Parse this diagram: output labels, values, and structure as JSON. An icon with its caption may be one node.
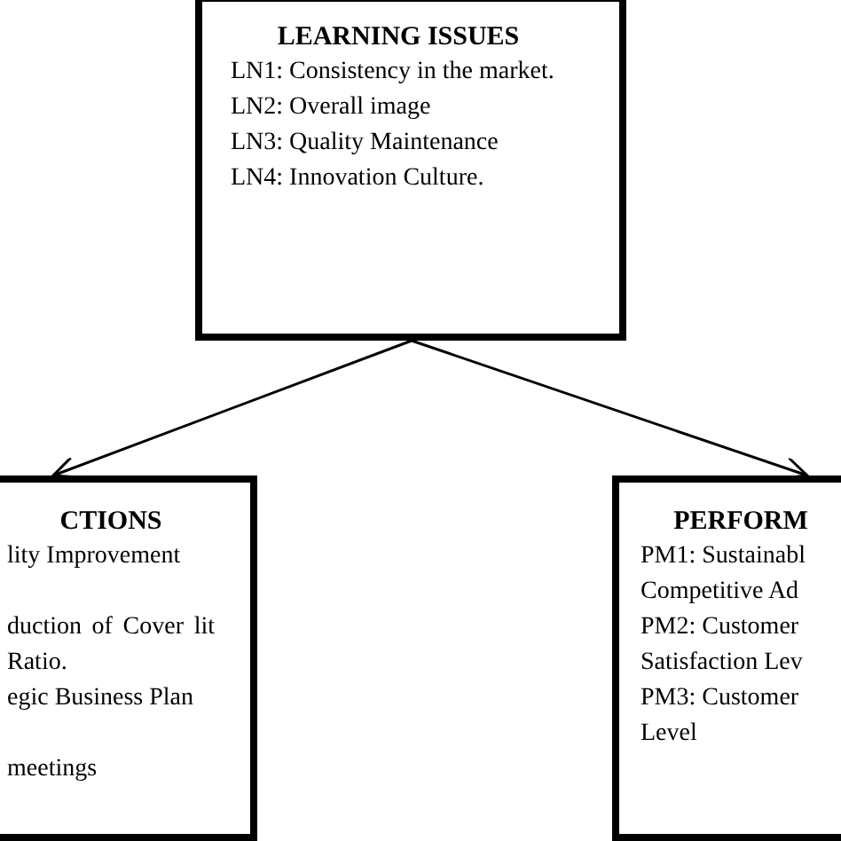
{
  "diagram": {
    "nodes": [
      {
        "text": [
          "LEARNING ISSUES",
          "LN1: Consistency in the market.",
          "LN2: Overall image",
          "LN3: Quality Maintenance",
          "LN4: Innovation Culture."
        ]
      },
      {
        "text": [
          "CTIONS",
          "lity Improvement",
          "duction of Cover lit Ratio.",
          "egic Business Plan",
          "meetings"
        ]
      },
      {
        "text": [
          "PERFORM",
          "PM1: Sustainabl Competitive Ad",
          "PM2: Customer Satisfaction Lev",
          "PM3: Customer Level"
        ]
      }
    ],
    "edges": [
      {
        "from": 0,
        "to": 1,
        "arrow": "to"
      },
      {
        "from": 0,
        "to": 2,
        "arrow": "to"
      }
    ]
  }
}
